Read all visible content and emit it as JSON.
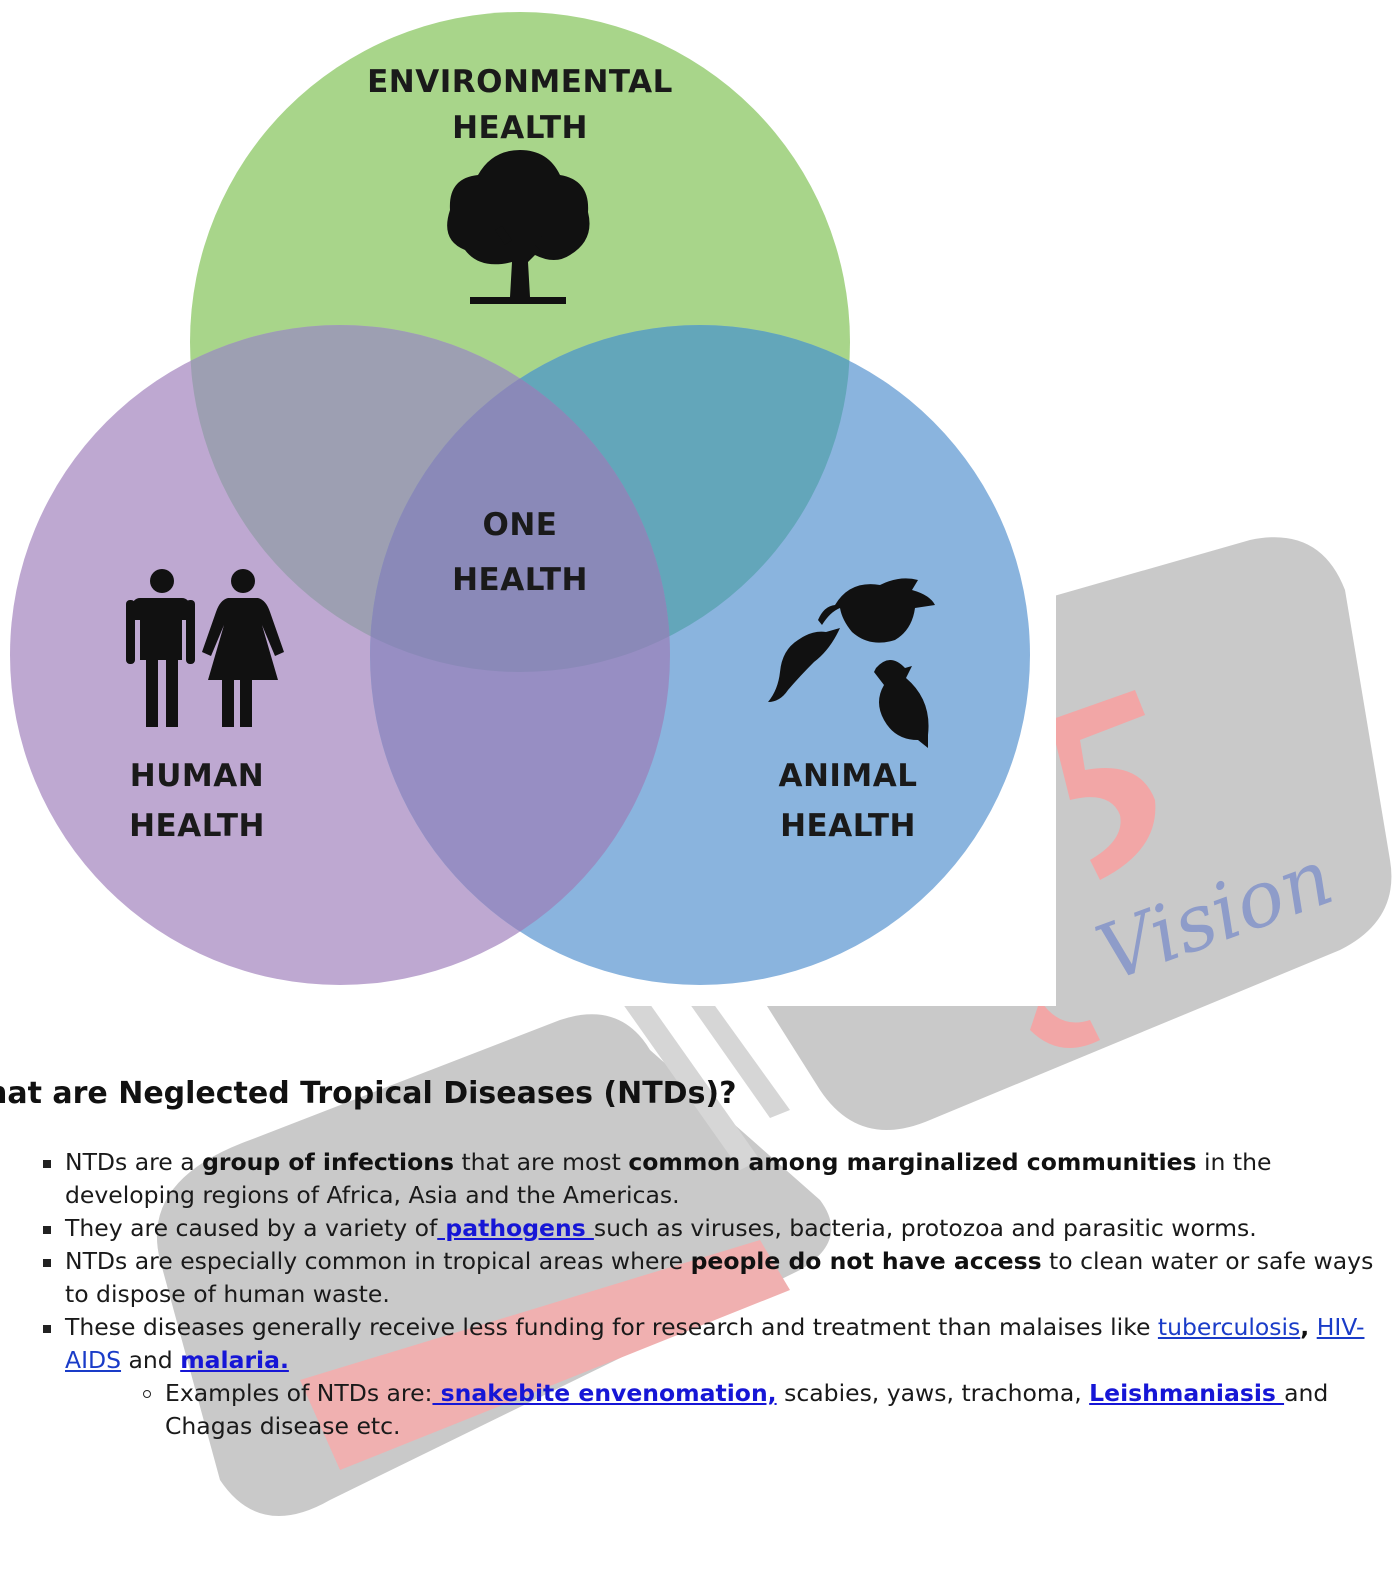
{
  "venn": {
    "top_label_line1": "ENVIRONMENTAL",
    "top_label_line2": "HEALTH",
    "center_label_line1": "ONE",
    "center_label_line2": "HEALTH",
    "left_label_line1": "HUMAN",
    "left_label_line2": "HEALTH",
    "right_label_line1": "ANIMAL",
    "right_label_line2": "HEALTH",
    "colors": {
      "environmental": "#a8d58a",
      "human": "#bea8d1",
      "animal": "#8ab4de",
      "env_human_overlap": "#9d9fb2",
      "env_animal_overlap": "#63a6ba",
      "human_animal_overlap": "#978ec3",
      "center": "#8a89b8"
    },
    "icons": [
      "tree-icon",
      "people-icon",
      "birds-icon"
    ]
  },
  "watermark": {
    "text": "Vision",
    "colors": {
      "gray": "#c2c2c2",
      "red": "#f2a9a9",
      "blue": "#8e9cc9"
    }
  },
  "section": {
    "heading": "hat are Neglected Tropical Diseases (NTDs)?",
    "item1": {
      "t1": "NTDs are a ",
      "b1": "group of infections",
      "t2": " that are most ",
      "b2": "common among marginalized communities",
      "t3": " in the developing regions of Africa, Asia and the Americas."
    },
    "item2": {
      "t1": "They are caused by a variety of",
      "link": " pathogens ",
      "t2": "such as viruses, bacteria, protozoa and parasitic worms."
    },
    "item3": {
      "t1": "NTDs are especially common in tropical areas where ",
      "b1": "people do not have access",
      "t2": " to clean water or safe ways to dispose of human waste."
    },
    "item4": {
      "t1": "These diseases generally receive less funding for research and treatment than malaises like ",
      "link1": "tuberculosis",
      "comma": ",",
      "space": " ",
      "link2": "HIV-AIDS",
      "t2": " and ",
      "link3": "malaria."
    },
    "subitem": {
      "t1": "Examples of NTDs are:",
      "link1": " snakebite envenomation,",
      "t2": " scabies, yaws, trachoma, ",
      "link2": "Leishmaniasis ",
      "t3": "and Chagas disease etc."
    }
  }
}
